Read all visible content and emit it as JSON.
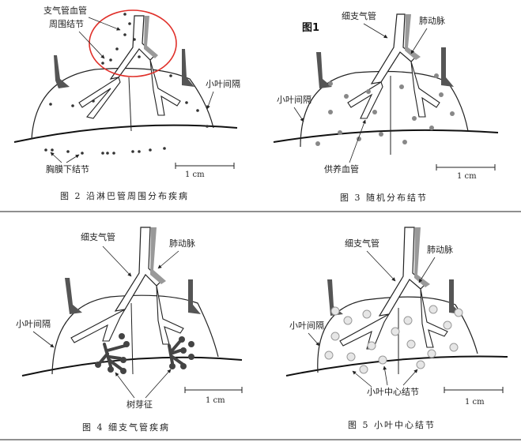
{
  "figure_label": "图1",
  "panel2": {
    "label_vessel": "支气管血管",
    "label_perinodal": "周围结节",
    "label_septum": "小叶间隔",
    "label_subpleural": "胸膜下结节",
    "scale": "1 cm",
    "caption": "图 2   沿淋巴管周围分布疾病"
  },
  "panel3": {
    "label_bronchiole": "细支气管",
    "label_artery": "肺动脉",
    "label_septum": "小叶间隔",
    "label_supply": "供养血管",
    "scale": "1 cm",
    "caption": "图 3   随机分布结节"
  },
  "panel4": {
    "label_bronchiole": "细支气管",
    "label_artery": "肺动脉",
    "label_septum": "小叶间隔",
    "label_treebud": "树芽征",
    "scale": "1 cm",
    "caption": "图 4   细支气管疾病"
  },
  "panel5": {
    "label_bronchiole": "细支气管",
    "label_artery": "肺动脉",
    "label_septum": "小叶间隔",
    "label_centri": "小叶中心结节",
    "scale": "1 cm",
    "caption": "图 5   小叶中心结节"
  }
}
